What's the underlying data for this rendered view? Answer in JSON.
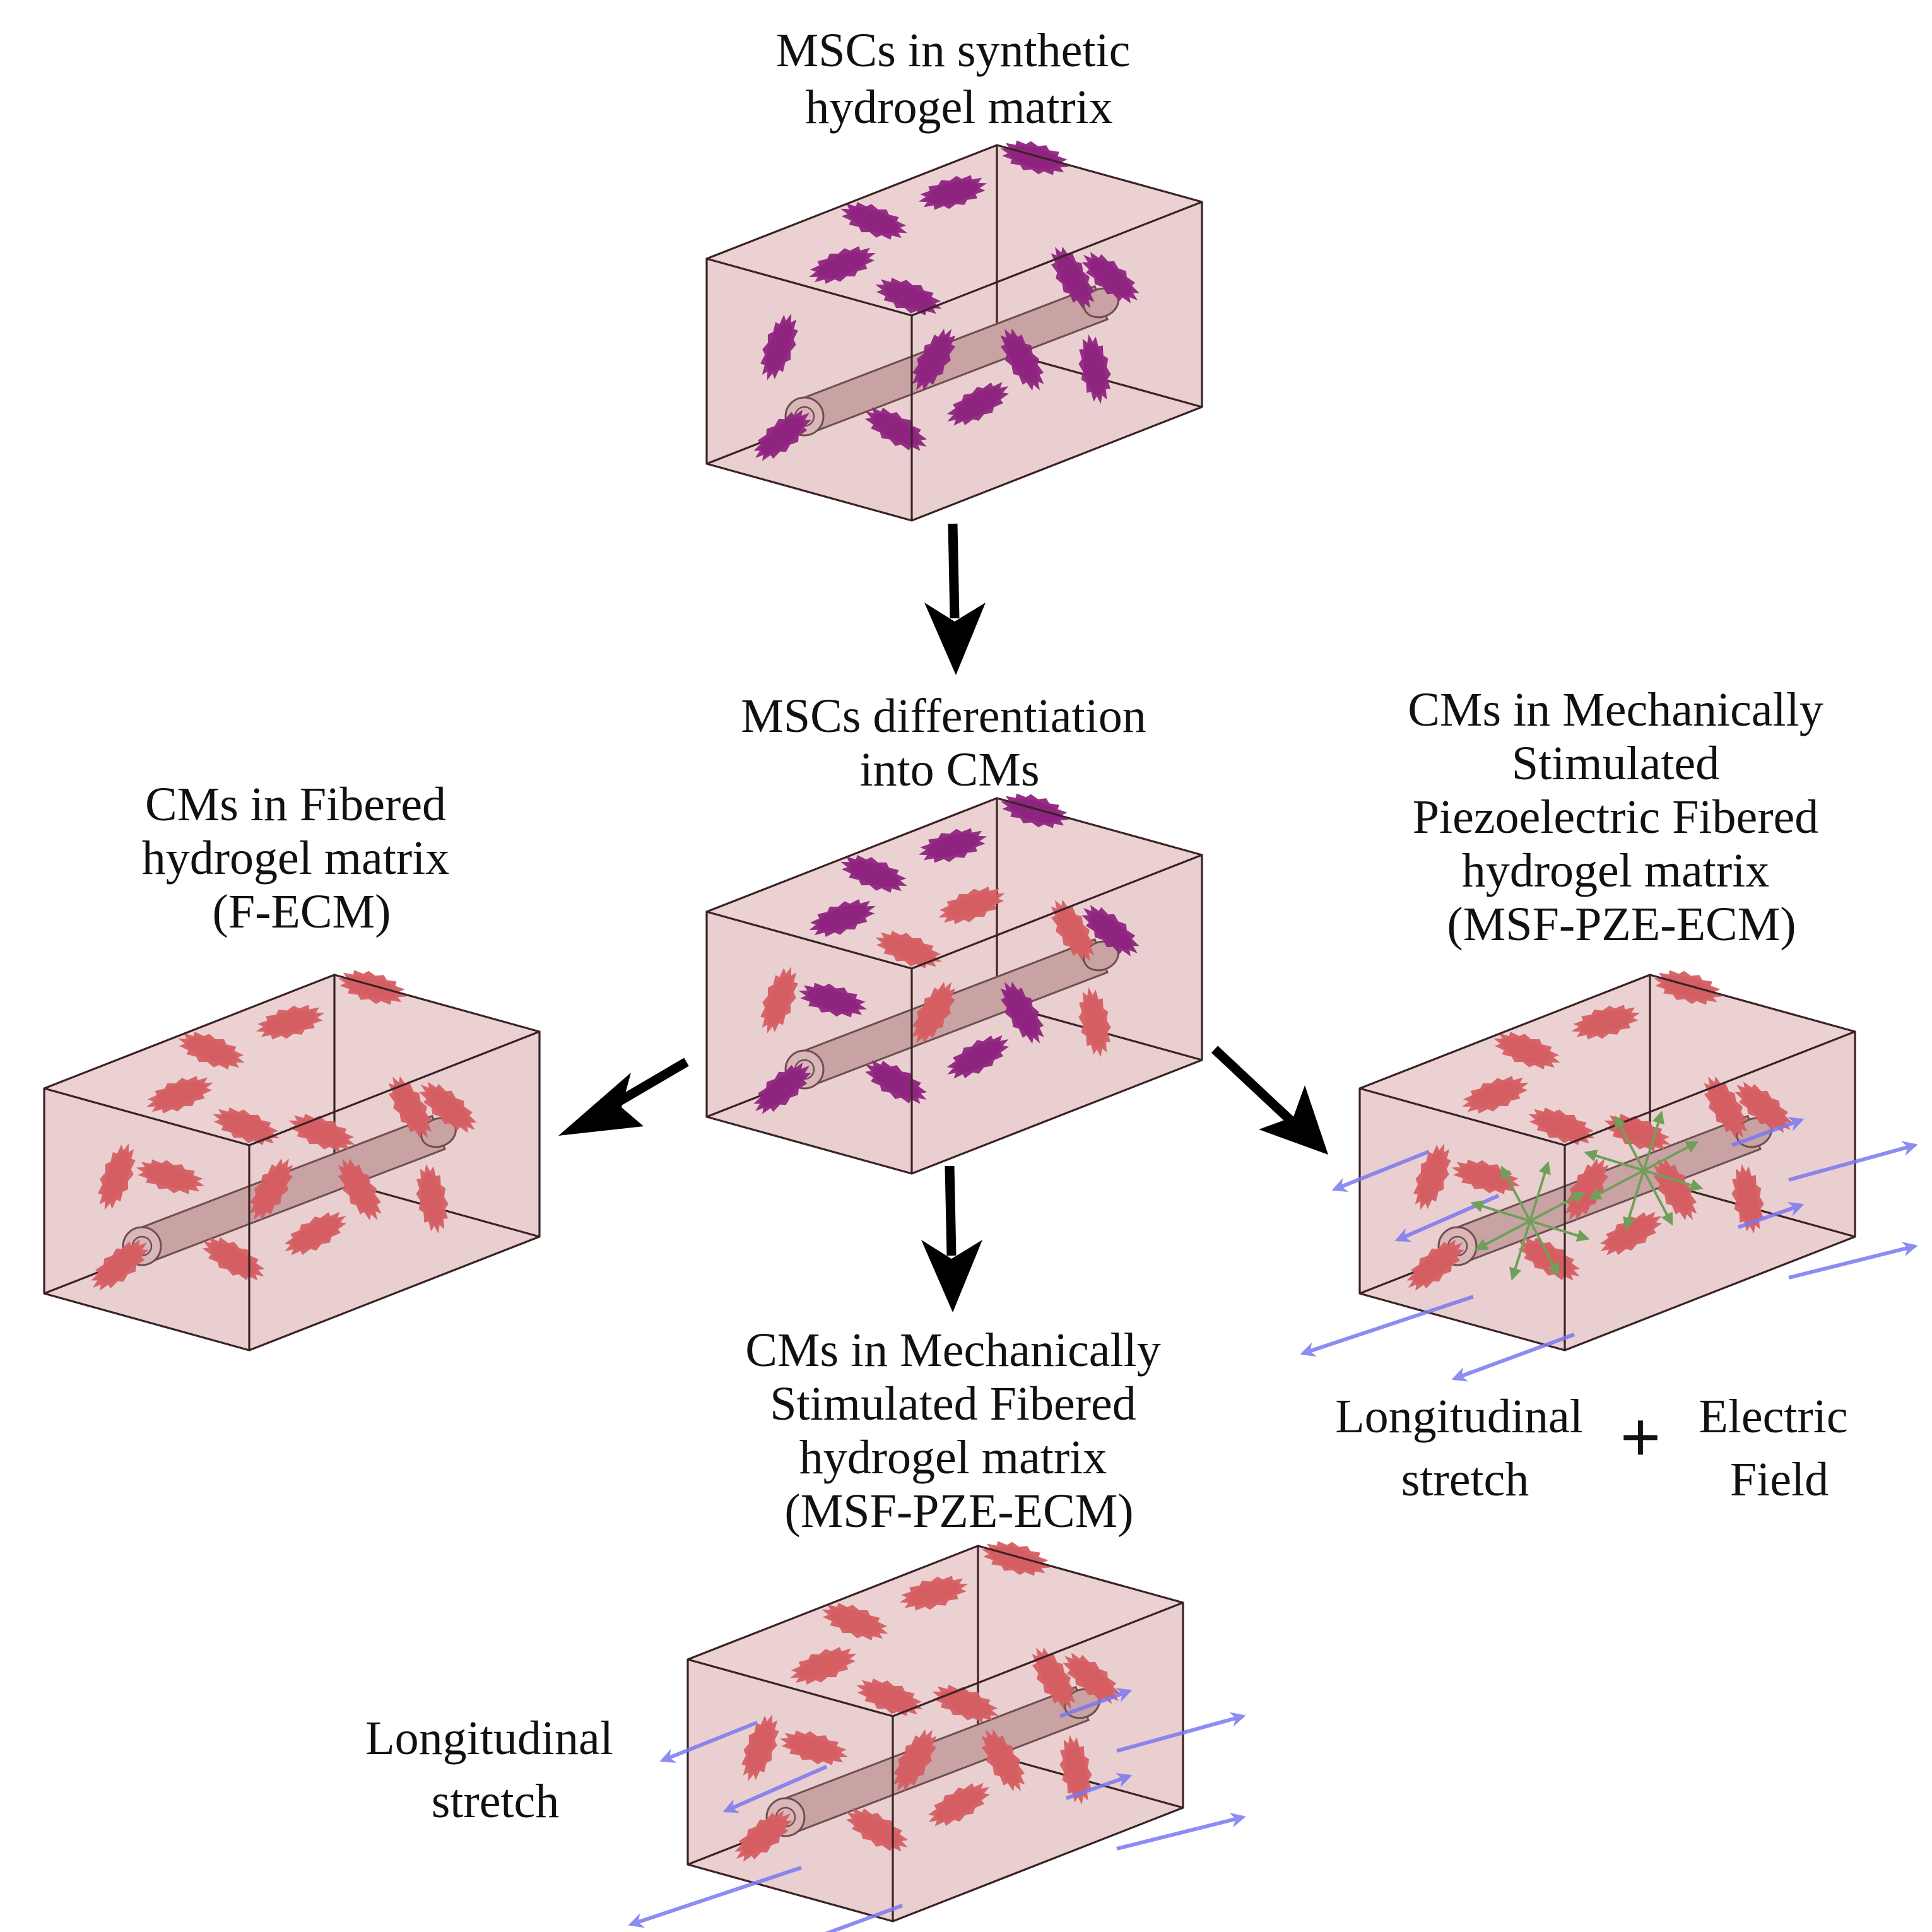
{
  "labels": {
    "top": [
      "MSCs in synthetic",
      "hydrogel matrix"
    ],
    "middle": [
      "MSCs differentiation",
      "into CMs"
    ],
    "left": [
      "CMs in Fibered",
      "hydrogel matrix",
      "(F-ECM)"
    ],
    "right": [
      "CMs in Mechanically",
      "Stimulated",
      "Piezoelectric Fibered",
      "hydrogel matrix",
      "(MSF-PZE-ECM)"
    ],
    "bottom": [
      "CMs in Mechanically",
      "Stimulated Fibered",
      "hydrogel matrix",
      "(MSF-PZE-ECM)"
    ],
    "stretch_bottom": [
      "Longitudinal",
      "stretch"
    ],
    "stretch_right": [
      "Longitudinal",
      "stretch"
    ],
    "plus": "+",
    "electric_field": [
      "Electric",
      "Field"
    ]
  },
  "colors": {
    "gel": "#e9cccd",
    "gel_edge": "#3a2326",
    "fiber": "#c9a3a4",
    "msc": "#8f2480",
    "cm": "#d55e62",
    "arrow": "#000000",
    "stretch": "#7a78f0",
    "field": "#6fa05a"
  }
}
